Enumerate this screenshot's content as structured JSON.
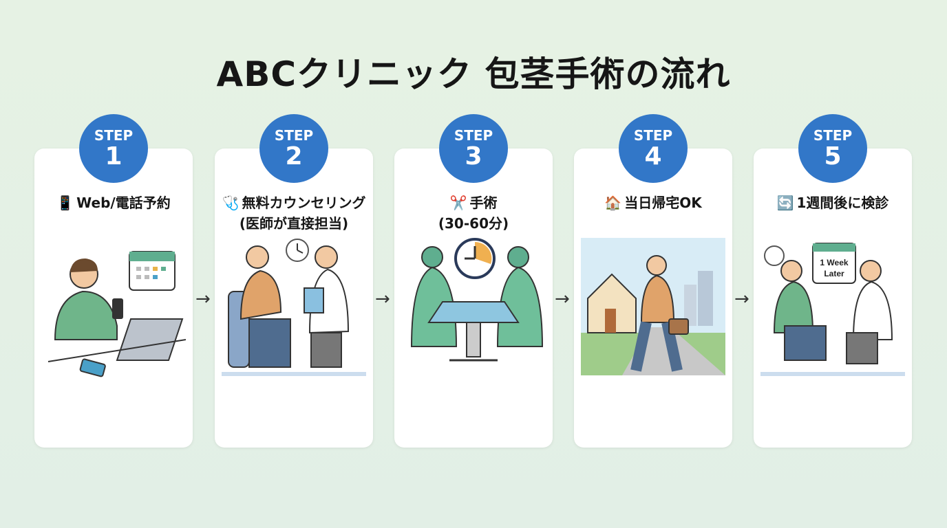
{
  "title": "ABCクリニック 包茎手術の流れ",
  "step_label": "STEP",
  "steps": [
    {
      "number": "1",
      "icon": "mobile-phone-icon",
      "icon_glyph": "📱",
      "title": "Web/電話予約",
      "subtitle": ""
    },
    {
      "number": "2",
      "icon": "stethoscope-icon",
      "icon_glyph": "🩺",
      "title": "無料カウンセリング",
      "subtitle": "(医師が直接担当)"
    },
    {
      "number": "3",
      "icon": "scissors-icon",
      "icon_glyph": "✂️",
      "title": "手術",
      "subtitle": "(30-60分)"
    },
    {
      "number": "4",
      "icon": "house-icon",
      "icon_glyph": "🏠",
      "title": "当日帰宅OK",
      "subtitle": ""
    },
    {
      "number": "5",
      "icon": "repeat-icon",
      "icon_glyph": "🔄",
      "title": "1週間後に検診",
      "subtitle": ""
    }
  ],
  "illustration5_calendar": [
    "1 Week",
    "Later"
  ],
  "arrow_glyph": "→",
  "colors": {
    "accent": "#3277c8",
    "background": "#e4f1e5",
    "scrub": "#5fae8f"
  }
}
